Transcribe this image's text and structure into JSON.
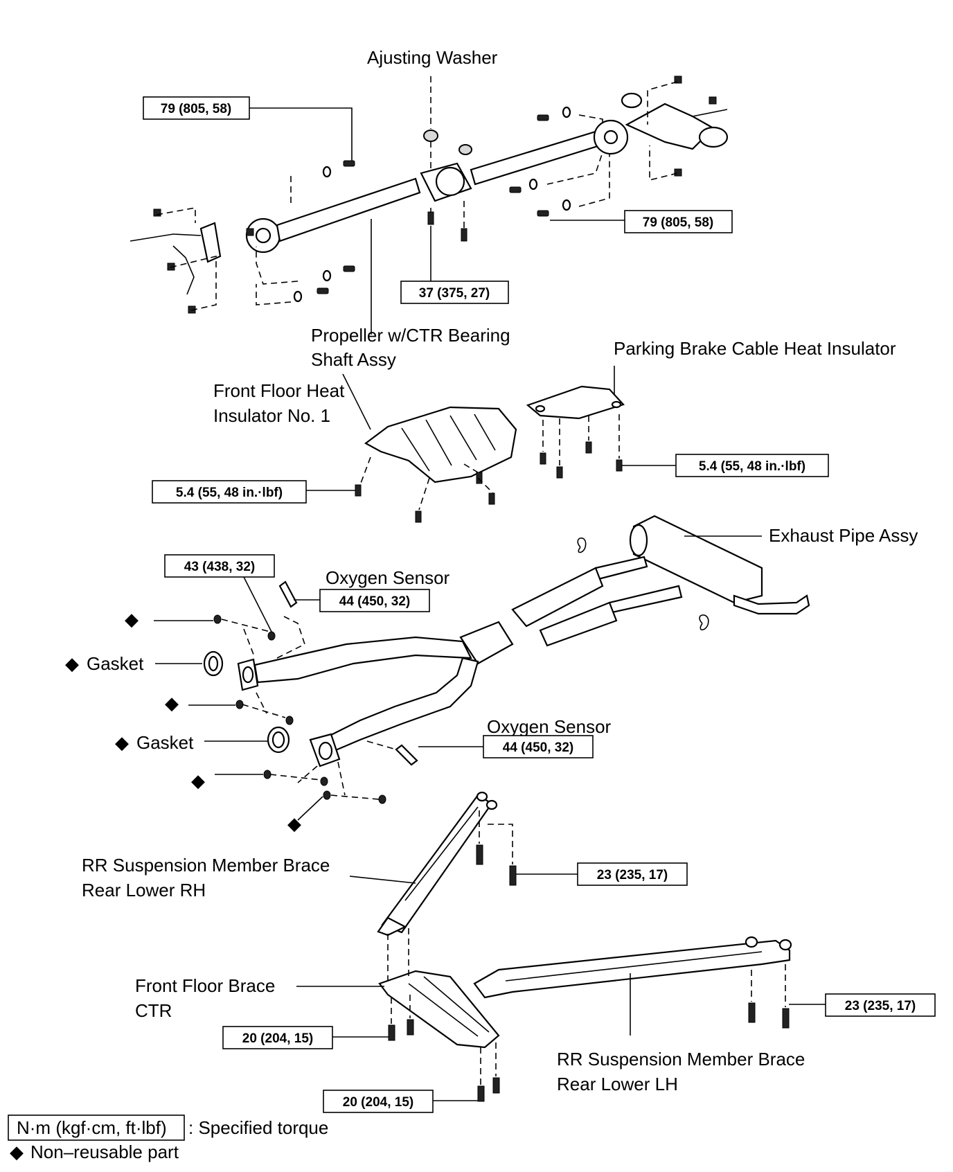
{
  "parts": {
    "adjusting_washer": "Ajusting Washer",
    "propeller_line1": "Propeller w/CTR Bearing",
    "propeller_line2": "Shaft Assy",
    "parking_brake_insulator": "Parking Brake Cable Heat Insulator",
    "front_floor_insulator_line1": "Front Floor Heat",
    "front_floor_insulator_line2": "Insulator No. 1",
    "exhaust_pipe": "Exhaust Pipe Assy",
    "oxygen_sensor_upper": "Oxygen Sensor",
    "oxygen_sensor_lower": "Oxygen Sensor",
    "gasket_upper": "Gasket",
    "gasket_lower": "Gasket",
    "rr_brace_rh_line1": "RR Suspension Member Brace",
    "rr_brace_rh_line2": "Rear Lower RH",
    "front_floor_brace_line1": "Front Floor Brace",
    "front_floor_brace_line2": "CTR",
    "rr_brace_lh_line1": "RR Suspension Member Brace",
    "rr_brace_lh_line2": "Rear Lower LH"
  },
  "torques": {
    "prop_front": "79 (805, 58)",
    "prop_rear": "79 (805, 58)",
    "ctr_bearing": "37 (375, 27)",
    "floor_insulator": "5.4 (55, 48 in.·lbf)",
    "brake_insulator": "5.4 (55, 48 in.·lbf)",
    "exhaust_flange": "43 (438, 32)",
    "oxygen_upper": "44 (450, 32)",
    "oxygen_lower": "44 (450, 32)",
    "rh_brace": "23 (235, 17)",
    "lh_brace": "23 (235, 17)",
    "ctr_brace_left": "20 (204, 15)",
    "ctr_brace_bottom": "20 (204, 15)"
  },
  "legend": {
    "torque_unit": "N·m (kgf·cm, ft·lbf)",
    "torque_desc": ": Specified torque",
    "non_reusable_symbol": "◆",
    "non_reusable_desc": "Non–reusable part"
  }
}
